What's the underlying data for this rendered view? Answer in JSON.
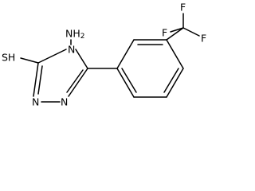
{
  "molecule": {
    "atoms": {
      "sh": "SH",
      "n_amino_h2": "NH2",
      "n4": "N",
      "n1": "N",
      "n2": "N",
      "f_top": "F",
      "f_right": "F",
      "f_left": "F"
    }
  },
  "colors": {
    "bond": "#000000",
    "label": "#000000",
    "background": "#ffffff"
  }
}
